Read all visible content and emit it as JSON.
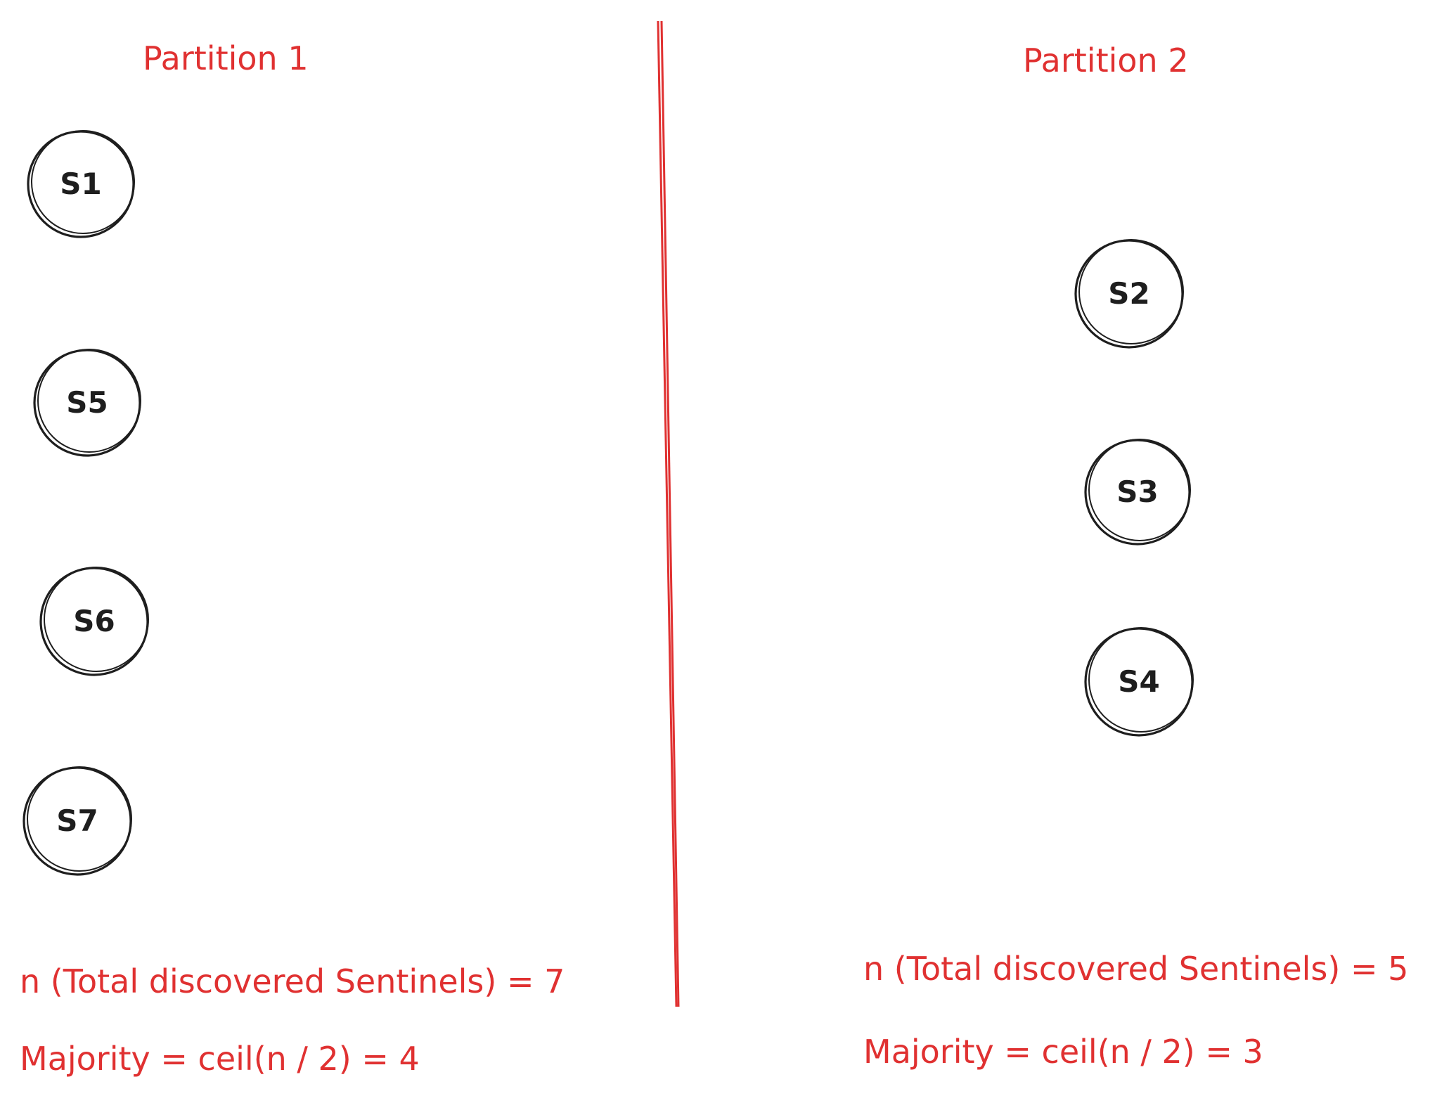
{
  "partitions": [
    {
      "title": "Partition 1",
      "nodes": [
        "S1",
        "S5",
        "S6",
        "S7"
      ],
      "total_text": "n (Total discovered Sentinels) = 7",
      "majority_text": "Majority = ceil(n / 2) = 4"
    },
    {
      "title": "Partition 2",
      "nodes": [
        "S2",
        "S3",
        "S4"
      ],
      "total_text": "n (Total discovered Sentinels) = 5",
      "majority_text": "Majority = ceil(n / 2) = 3"
    }
  ],
  "colors": {
    "annotation": "#e03131",
    "node_stroke": "#1e1e1e",
    "background": "#ffffff"
  }
}
